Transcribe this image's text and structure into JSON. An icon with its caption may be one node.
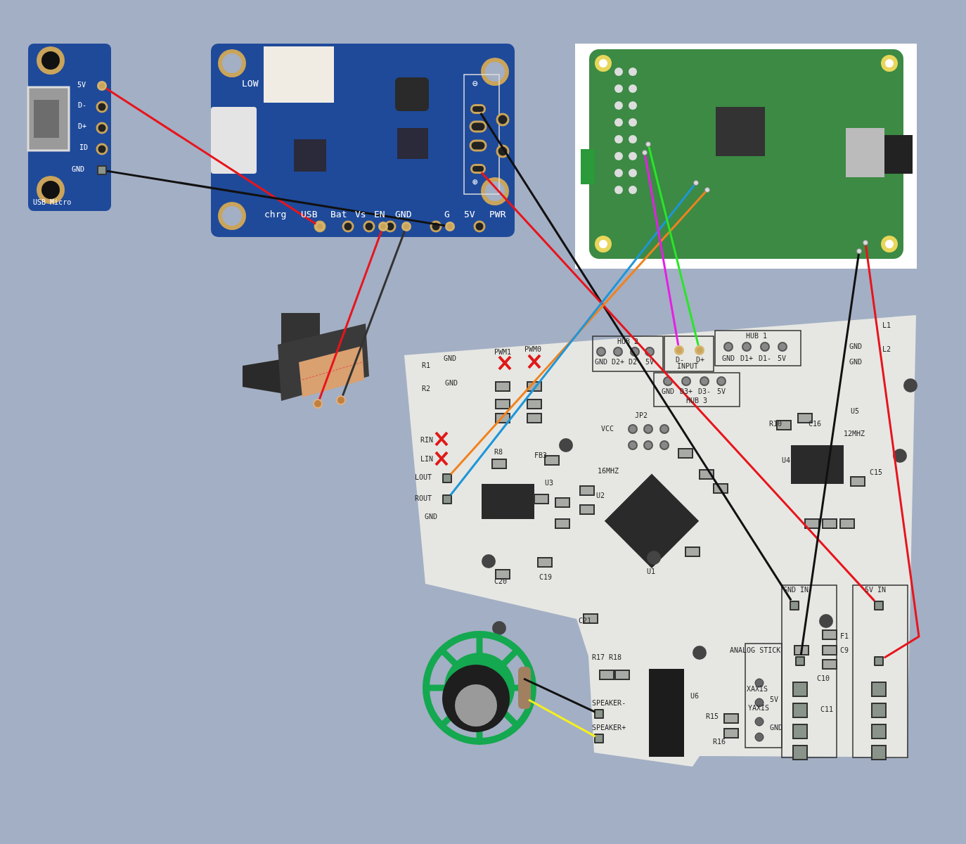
{
  "diagram": {
    "nodes": [
      {
        "text": [],
        "shape": "picture"
      },
      {
        "text": [
          "5V"
        ],
        "in": 0
      },
      {
        "text": [
          "GND"
        ],
        "in": 0
      },
      {
        "text": [],
        "shape": "picture"
      },
      {
        "text": [
          "USB"
        ],
        "in": 3
      },
      {
        "text": [
          "EN"
        ],
        "in": 3
      },
      {
        "text": [
          "GND"
        ],
        "in": 3
      },
      {
        "text": [
          "G"
        ],
        "in": 3
      },
      {
        "text": [],
        "shape": "circle",
        "in": 3
      },
      {
        "text": [],
        "shape": "circle",
        "in": 3
      },
      {
        "text": [],
        "shape": "picture"
      },
      {
        "text": [],
        "shape": "circle",
        "in": 10
      },
      {
        "text": [],
        "shape": "circle",
        "in": 10
      },
      {
        "text": [],
        "shape": "picture"
      },
      {
        "text": [],
        "shape": "circle",
        "in": 13
      },
      {
        "text": [],
        "shape": "circle",
        "in": 13
      },
      {
        "text": [],
        "shape": "circle",
        "in": 13
      },
      {
        "text": [],
        "shape": "circle",
        "in": 13
      },
      {
        "text": [],
        "shape": "circle",
        "in": 13
      },
      {
        "text": [],
        "shape": "circle",
        "in": 13
      },
      {
        "text": [],
        "shape": "picture"
      },
      {
        "text": [
          "D-"
        ],
        "in": 20
      },
      {
        "text": [
          "D+"
        ],
        "in": 20
      },
      {
        "text": [
          "LOUT"
        ],
        "in": 20
      },
      {
        "text": [
          "ROUT"
        ],
        "in": 20
      },
      {
        "text": [
          "GND IN"
        ],
        "in": 20
      },
      {
        "text": [],
        "shape": "box",
        "in": 20
      },
      {
        "text": [
          "5V IN"
        ],
        "in": 20
      },
      {
        "text": [],
        "shape": "box",
        "in": 20
      },
      {
        "text": [
          "SPEAKER-"
        ],
        "in": 20
      },
      {
        "text": [
          "SPEAKER+"
        ],
        "in": 20
      },
      {
        "text": [],
        "shape": "picture"
      }
    ],
    "edges": [
      {
        "from": 1,
        "to": 4,
        "arrow": "none",
        "color": "#e8141c"
      },
      {
        "from": 2,
        "to": 7,
        "arrow": "none",
        "color": "#111111"
      },
      {
        "from": 5,
        "to": 11,
        "arrow": "none",
        "color": "#e8141c"
      },
      {
        "from": 6,
        "to": 12,
        "arrow": "none",
        "color": "#333333"
      },
      {
        "from": 8,
        "to": 25,
        "arrow": "none",
        "color": "#111111"
      },
      {
        "from": 9,
        "to": 27,
        "arrow": "none",
        "color": "#e8141c"
      },
      {
        "from": 17,
        "to": 23,
        "arrow": "none",
        "color": "#f0821e"
      },
      {
        "from": 16,
        "to": 24,
        "arrow": "none",
        "color": "#1e96d8"
      },
      {
        "from": 15,
        "to": 21,
        "arrow": "none",
        "color": "#e61ee6"
      },
      {
        "from": 14,
        "to": 22,
        "arrow": "none",
        "color": "#28e628"
      },
      {
        "from": 18,
        "to": 26,
        "arrow": "none",
        "color": "#111111"
      },
      {
        "from": 19,
        "to": 28,
        "arrow": "none",
        "color": "#e8141c"
      },
      {
        "from": 31,
        "to": 29,
        "arrow": "none",
        "color": "#111111"
      },
      {
        "from": 31,
        "to": 30,
        "arrow": "none",
        "color": "#f5f01e"
      }
    ],
    "labels": [
      "D-",
      "D+",
      "ID",
      "USB Micro",
      "LOW",
      "chrg",
      "Bat",
      "Vs",
      "5V",
      "PWR",
      "⊖",
      "⊕",
      "R1",
      "GND",
      "R2",
      "GND",
      "PWM1",
      "PWM0",
      "HUB 2",
      "GND",
      "D2+",
      "D2-",
      "5V",
      "INPUT",
      "HUB 1",
      "GND",
      "D1+",
      "D1-",
      "5V",
      "GND",
      "D3+",
      "D3-",
      "5V",
      "HUB 3",
      "GND",
      "L1",
      "GND",
      "L2",
      "RIN",
      "LIN",
      "GND",
      "JP2",
      "VCC",
      "FB3",
      "R8",
      "U3",
      "16MHZ",
      "U2",
      "U1",
      "U4",
      "U5",
      "12MHZ",
      "R10",
      "C16",
      "C15",
      "C21",
      "C20",
      "C19",
      "R17",
      "R18",
      "U6",
      "ANALOG STICK",
      "XAXIS",
      "5V",
      "YAXIS",
      "GND",
      "R15",
      "R16",
      "F1",
      "C9",
      "C10",
      "C11"
    ]
  }
}
